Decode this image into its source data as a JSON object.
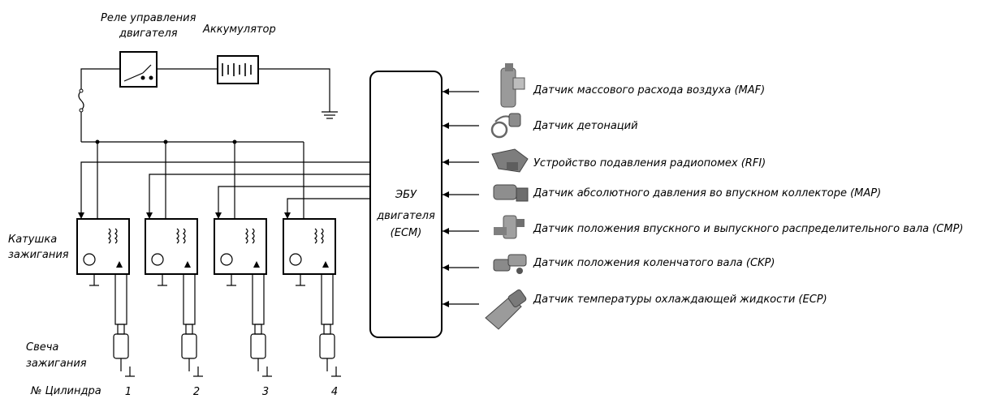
{
  "labels": {
    "relay": [
      "Реле управления",
      "двигателя"
    ],
    "battery": "Аккумулятор",
    "ecu": [
      "ЭБУ",
      "двигателя",
      "(ECM)"
    ],
    "coil": [
      "Катушка",
      "зажигания"
    ],
    "plug": [
      "Свеча",
      "зажигания"
    ],
    "cylinder": "№ Цилиндра"
  },
  "cylinders": [
    "1",
    "2",
    "3",
    "4"
  ],
  "sensors": [
    {
      "label": "Датчик массового расхода воздуха (MAF)",
      "icon": "maf-sensor"
    },
    {
      "label": "Датчик детонаций",
      "icon": "knock-sensor"
    },
    {
      "label": "Устройство подавления радиопомех (RFI)",
      "icon": "rfi-suppressor"
    },
    {
      "label": "Датчик абсолютного давления во впускном коллекторе (MAP)",
      "icon": "map-sensor"
    },
    {
      "label": "Датчик положения впускного и выпускного распределительного вала (CMP)",
      "icon": "cmp-sensor"
    },
    {
      "label": "Датчик положения коленчатого вала (CKP)",
      "icon": "ckp-sensor"
    },
    {
      "label": "Датчик температуры охлаждающей жидкости (ECP)",
      "icon": "ect-sensor"
    }
  ]
}
